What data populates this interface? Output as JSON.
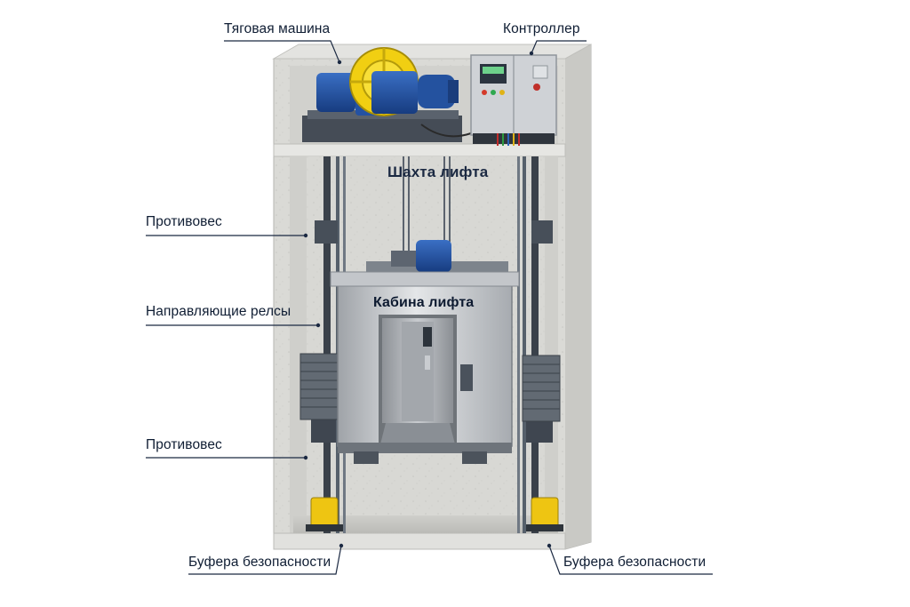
{
  "labels": {
    "traction_machine": "Тяговая машина",
    "controller": "Контроллер",
    "shaft": "Шахта лифта",
    "counterweight_top": "Противовес",
    "guide_rails": "Направляющие релсы",
    "cabin": "Кабина лифта",
    "counterweight_bottom": "Противовес",
    "buffers_left": "Буфера безопасности",
    "buffers_right": "Буфера безопасности"
  },
  "colors": {
    "concrete": "#dcdcd9",
    "concrete_dark": "#c7c7c3",
    "motor_blue": "#1f4fa0",
    "sheave_yellow": "#f1cf12",
    "steel": "#b9bcc0",
    "rail_dark": "#3a414a",
    "leader_line": "#1b2942"
  }
}
